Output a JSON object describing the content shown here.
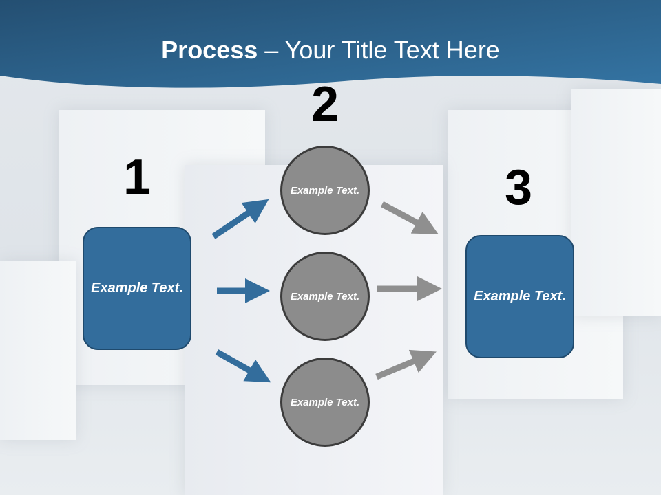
{
  "title": {
    "bold": "Process",
    "rest": " – Your Title Text Here"
  },
  "steps": [
    {
      "number": "1",
      "text": "Example Text."
    },
    {
      "number": "2",
      "items": [
        "Example Text.",
        "Example Text.",
        "Example Text."
      ]
    },
    {
      "number": "3",
      "text": "Example Text."
    }
  ],
  "colors": {
    "header": "#2a5d87",
    "box": "#336d9c",
    "circle": "#8c8c8c",
    "arrow_blue": "#336d9c",
    "arrow_grey": "#8f8f8f"
  }
}
